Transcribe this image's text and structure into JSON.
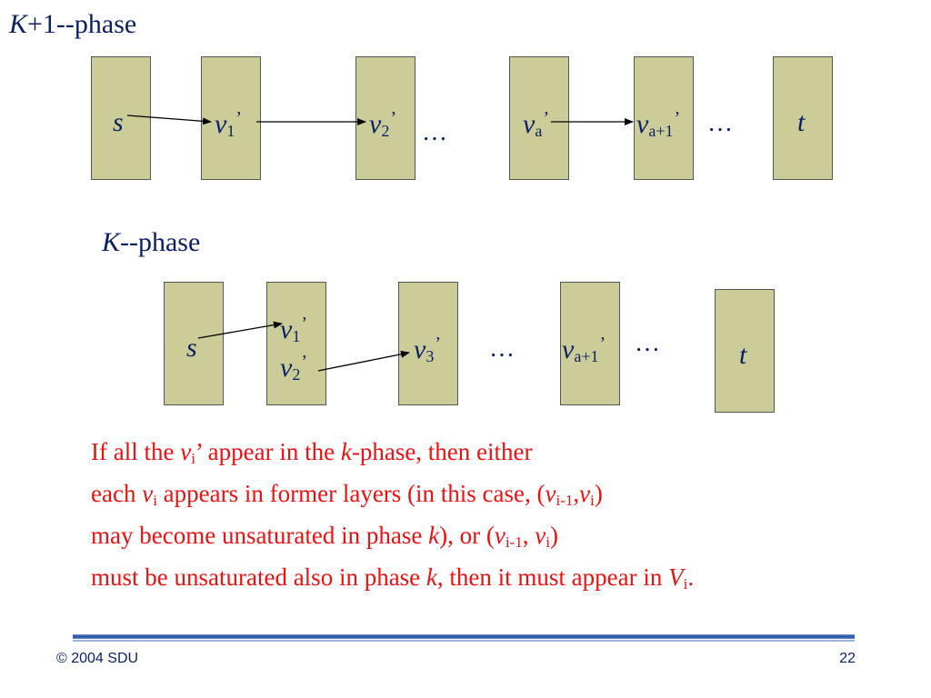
{
  "top_phase": {
    "title_var": "K",
    "title_rest": "+1--phase",
    "nodes": {
      "s": "s",
      "v1": "v",
      "v1_sub": "1",
      "v1_prime": "’",
      "v2": "v",
      "v2_sub": "2",
      "v2_prime": "’",
      "va": "v",
      "va_sub": "a",
      "va_prime": "’",
      "va1": "v",
      "va1_sub": "a+1",
      "va1_prime": "’",
      "t": "t"
    },
    "ellipsis_1": "…",
    "ellipsis_2": "…"
  },
  "bottom_phase": {
    "title_var": "K",
    "title_rest": "--phase",
    "nodes": {
      "s": "s",
      "v1": "v",
      "v1_sub": "1",
      "v1_prime": "’",
      "v2": "v",
      "v2_sub": "2",
      "v2_prime": "’",
      "v3": "v",
      "v3_sub": "3",
      "v3_prime": "’",
      "va1": "v",
      "va1_sub": "a+1",
      "va1_prime": "’",
      "t": "t"
    },
    "ellipsis_1": "…",
    "ellipsis_2": "…"
  },
  "explanation": {
    "l1_a": "If all the ",
    "l1_v": "v",
    "l1_sub": "i",
    "l1_b": "’ appear in the ",
    "l1_k": "k",
    "l1_c": "-phase, then either",
    "l2_a": "each ",
    "l2_v": "v",
    "l2_sub": "i",
    "l2_b": " appears in former layers (in this case, (",
    "l2_v2": "v",
    "l2_sub2": "i-1",
    "l2_c": ",",
    "l2_v3": "v",
    "l2_sub3": "i",
    "l2_d": ")",
    "l3_a": "may become unsaturated in phase ",
    "l3_k": "k",
    "l3_b": "), or (",
    "l3_v": "v",
    "l3_sub": "i-1",
    "l3_c": ", ",
    "l3_v2": "v",
    "l3_sub2": "i",
    "l3_d": ")",
    "l4_a": "must be unsaturated also in phase ",
    "l4_k": "k",
    "l4_b": ", then it must appear in ",
    "l4_V": "V",
    "l4_sub": "i",
    "l4_c": "."
  },
  "footer": {
    "copyright": "© 2004 SDU",
    "page_number": "22"
  },
  "colors": {
    "layer_fill": "#cccc99",
    "label_text": "#0b1f66",
    "explanation_text": "#ee1111",
    "footer_bar": "#1f4fa0"
  }
}
